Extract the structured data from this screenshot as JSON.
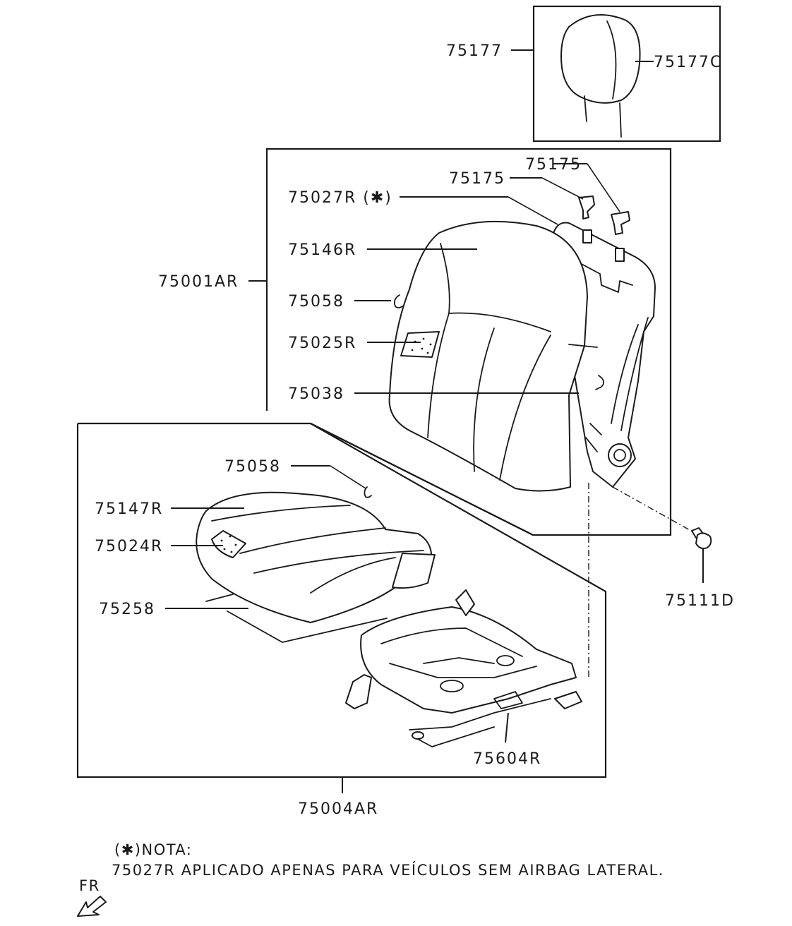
{
  "labels": {
    "headrest_assy": "75177",
    "headrest_cover": "75177C",
    "guide_1": "75175",
    "guide_2": "75175",
    "airbag_part": "75027R (✱)",
    "back_cover": "75146R",
    "hog_ring_back": "75058",
    "back_pad": "75025R",
    "back_frame": "75038",
    "back_assy": "75001AR",
    "hog_ring_cushion": "75058",
    "cushion_cover": "75147R",
    "cushion_pad": "75024R",
    "cushion_sheet": "75258",
    "bolt": "75111D",
    "slide_adjuster": "75604R",
    "cushion_assy": "75004AR"
  },
  "note": {
    "title": "(✱)NOTA:",
    "text": "75027R APLICADO APENAS PARA VEÍCULOS SEM AIRBAG LATERAL."
  },
  "direction": {
    "label": "FR",
    "icon": "front-direction-arrow-icon"
  },
  "colors": {
    "ink": "#1a1a1a",
    "background": "#ffffff"
  }
}
